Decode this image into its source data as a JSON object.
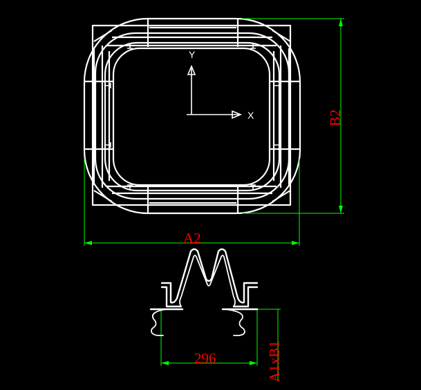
{
  "colors": {
    "background": "#000000",
    "outline": "#ffffff",
    "dimension_line": "#00ff00",
    "dimension_text": "#ff0000"
  },
  "axes": {
    "x_label": "X",
    "y_label": "Y"
  },
  "dimensions": {
    "a2": "A2",
    "b2": "B2",
    "width_value": "296",
    "a1xb1": "A1xB1"
  }
}
